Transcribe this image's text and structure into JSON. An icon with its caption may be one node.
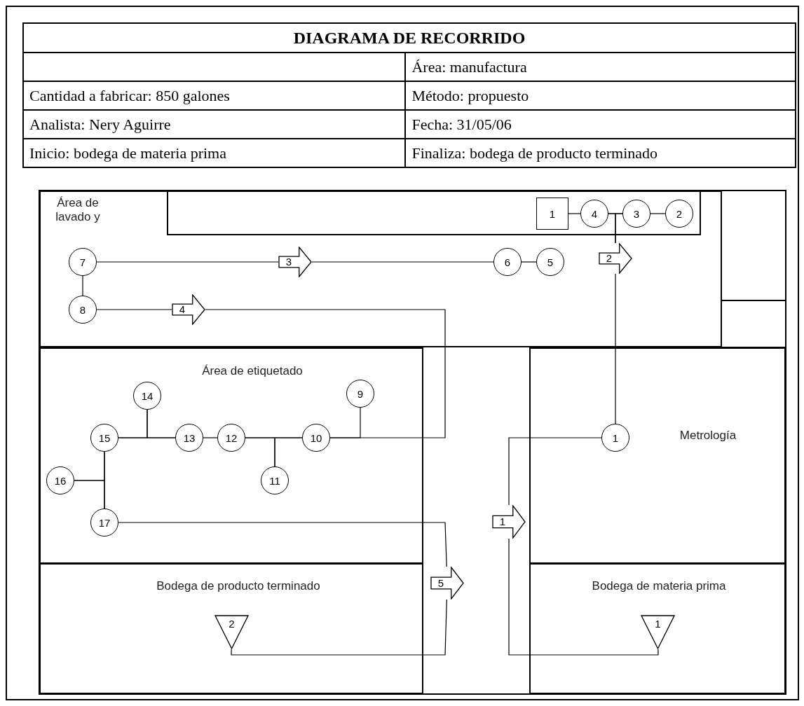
{
  "diagram": {
    "title": "DIAGRAMA DE RECORRIDO",
    "nodes": [
      {
        "text": [
          "Área de lavado y"
        ]
      },
      {
        "text": [],
        "shape": "box",
        "in": 0
      },
      {
        "text": [
          "1"
        ],
        "in": 1
      },
      {
        "text": [
          "4"
        ],
        "in": 1
      },
      {
        "text": [
          "3"
        ],
        "in": 1
      },
      {
        "text": [
          "2"
        ],
        "in": 1
      },
      {
        "text": [
          "7"
        ],
        "in": 0
      },
      {
        "text": [
          "3"
        ],
        "in": 0
      },
      {
        "text": [
          "6"
        ],
        "in": 0
      },
      {
        "text": [
          "5"
        ],
        "in": 0
      },
      {
        "text": [
          "2"
        ],
        "in": 0
      },
      {
        "text": [
          "8"
        ],
        "in": 0
      },
      {
        "text": [
          "4"
        ],
        "in": 0
      },
      {
        "text": [
          "Área de etiquetado"
        ]
      },
      {
        "text": [
          "14"
        ],
        "in": 13
      },
      {
        "text": [
          "9"
        ],
        "in": 13
      },
      {
        "text": [
          "15"
        ],
        "in": 13
      },
      {
        "text": [
          "13"
        ],
        "in": 13
      },
      {
        "text": [
          "12"
        ],
        "in": 13
      },
      {
        "text": [
          "10"
        ],
        "in": 13
      },
      {
        "text": [
          "16"
        ],
        "in": 13
      },
      {
        "text": [
          "11"
        ],
        "in": 13
      },
      {
        "text": [
          "17"
        ],
        "in": 13
      },
      {
        "text": [
          "Metrología"
        ]
      },
      {
        "text": [
          "1"
        ],
        "in": 23
      },
      {
        "text": [
          "1"
        ]
      },
      {
        "text": [
          "5"
        ]
      },
      {
        "text": [
          "Bodega de producto terminado"
        ]
      },
      {
        "text": [
          "2"
        ],
        "in": 27
      },
      {
        "text": [
          "Bodega de materia prima"
        ]
      },
      {
        "text": [
          "1"
        ],
        "in": 29
      }
    ],
    "edges": [
      {
        "from": 30,
        "to": 25,
        "arrow": "none"
      },
      {
        "from": 25,
        "to": 24,
        "arrow": "none"
      },
      {
        "from": 24,
        "to": 10,
        "arrow": "none"
      },
      {
        "from": 10,
        "to": 3,
        "arrow": "none"
      },
      {
        "from": 10,
        "to": 4,
        "arrow": "none"
      },
      {
        "from": 2,
        "to": 3,
        "arrow": "none"
      },
      {
        "from": 3,
        "to": 4,
        "arrow": "none"
      },
      {
        "from": 4,
        "to": 5,
        "arrow": "none"
      },
      {
        "from": 8,
        "to": 9,
        "arrow": "none"
      },
      {
        "from": 7,
        "to": 8,
        "arrow": "none"
      },
      {
        "from": 6,
        "to": 7,
        "arrow": "none"
      },
      {
        "from": 6,
        "to": 11,
        "arrow": "none"
      },
      {
        "from": 11,
        "to": 12,
        "arrow": "none"
      },
      {
        "from": 12,
        "to": 19,
        "arrow": "none"
      },
      {
        "from": 15,
        "to": 19,
        "arrow": "none"
      },
      {
        "from": 19,
        "to": 18,
        "arrow": "none"
      },
      {
        "from": 21,
        "to": 18,
        "arrow": "none"
      },
      {
        "from": 21,
        "to": 19,
        "arrow": "none"
      },
      {
        "from": 18,
        "to": 17,
        "arrow": "none"
      },
      {
        "from": 17,
        "to": 16,
        "arrow": "none"
      },
      {
        "from": 14,
        "to": 17,
        "arrow": "none"
      },
      {
        "from": 14,
        "to": 16,
        "arrow": "none"
      },
      {
        "from": 16,
        "to": 22,
        "arrow": "none"
      },
      {
        "from": 20,
        "to": 16,
        "arrow": "none"
      },
      {
        "from": 20,
        "to": 22,
        "arrow": "none"
      },
      {
        "from": 22,
        "to": 26,
        "arrow": "none"
      },
      {
        "from": 26,
        "to": 28,
        "arrow": "none"
      }
    ],
    "labels": [
      "Área: manufactura",
      "Cantidad a fabricar: 850 galones",
      "Método: propuesto",
      "Analista: Nery Aguirre",
      "Fecha: 31/05/06",
      "Inicio: bodega de materia prima",
      "Finaliza: bodega de producto terminado"
    ]
  }
}
